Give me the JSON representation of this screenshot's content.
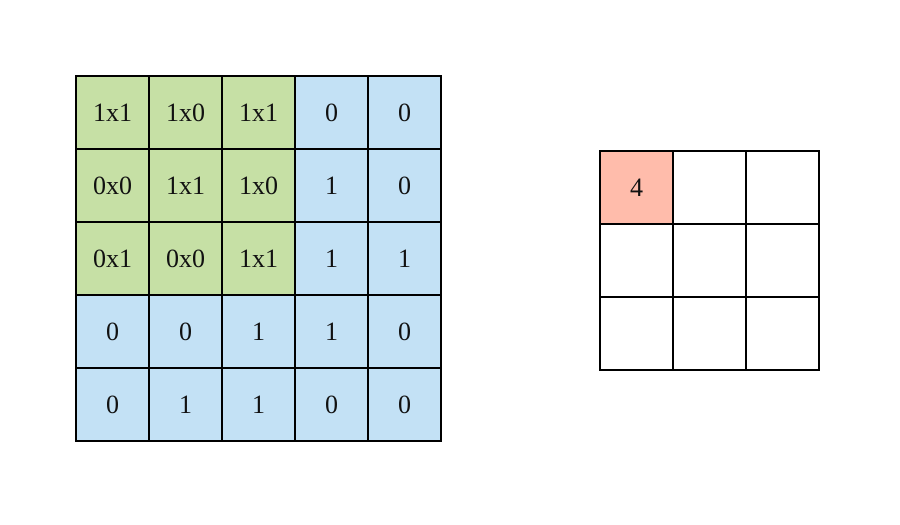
{
  "diagram": {
    "kind": "convolution-operation",
    "colors": {
      "kernel_overlay_green": "#c6e0a5",
      "input_cell_blue": "#c3e1f5",
      "result_highlight_salmon": "#ffbcab",
      "grid_border": "#000000",
      "background": "#ffffff",
      "text": "#111111"
    },
    "input_matrix": {
      "rows": [
        [
          "1x1",
          "1x0",
          "1x1",
          "0",
          "0"
        ],
        [
          "0x0",
          "1x1",
          "1x0",
          "1",
          "0"
        ],
        [
          "0x1",
          "0x0",
          "1x1",
          "1",
          "1"
        ],
        [
          "0",
          "0",
          "1",
          "1",
          "0"
        ],
        [
          "0",
          "1",
          "1",
          "0",
          "0"
        ]
      ],
      "kernel_region": {
        "rows": "0-2",
        "cols": "0-2"
      }
    },
    "output_matrix": {
      "rows": [
        [
          "4",
          "",
          ""
        ],
        [
          "",
          "",
          ""
        ],
        [
          "",
          "",
          ""
        ]
      ],
      "highlighted_cell": {
        "row": 0,
        "col": 0,
        "value": "4"
      }
    }
  }
}
